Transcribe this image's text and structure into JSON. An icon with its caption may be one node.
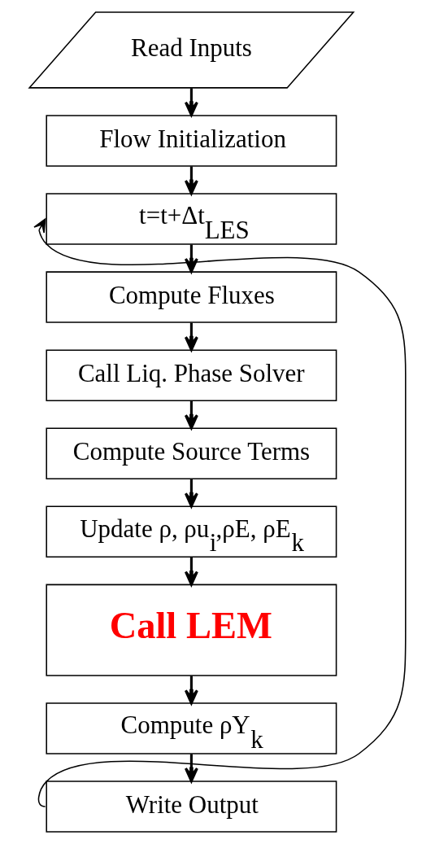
{
  "diagram": {
    "nodes": [
      {
        "text": [
          "Read Inputs"
        ]
      },
      {
        "text": [
          "Flow Initialization"
        ]
      },
      {
        "text": [
          "t=t+Δt$_{LES}$"
        ]
      },
      {
        "text": [
          "Compute Fluxes"
        ]
      },
      {
        "text": [
          "Call Liq. Phase Solver"
        ]
      },
      {
        "text": [
          "Compute Source Terms"
        ]
      },
      {
        "text": [
          "Update ρ, ρu$_{i}$,ρE, ρE$_{k}$"
        ]
      },
      {
        "text": [
          "Call LEM"
        ]
      },
      {
        "text": [
          "Compute ρY$_{k}$"
        ]
      },
      {
        "text": [
          "Write Output"
        ]
      }
    ],
    "edges": [
      {
        "from": 0,
        "to": 1,
        "arrow": "to"
      },
      {
        "from": 1,
        "to": 2,
        "arrow": "to"
      },
      {
        "from": 2,
        "to": 3,
        "arrow": "to"
      },
      {
        "from": 3,
        "to": 4,
        "arrow": "to"
      },
      {
        "from": 4,
        "to": 5,
        "arrow": "to"
      },
      {
        "from": 5,
        "to": 6,
        "arrow": "to"
      },
      {
        "from": 6,
        "to": 7,
        "arrow": "to"
      },
      {
        "from": 7,
        "to": 8,
        "arrow": "to"
      },
      {
        "from": 8,
        "to": 9,
        "arrow": "to"
      },
      {
        "from": 9,
        "to": 2,
        "arrow": "to"
      }
    ]
  }
}
